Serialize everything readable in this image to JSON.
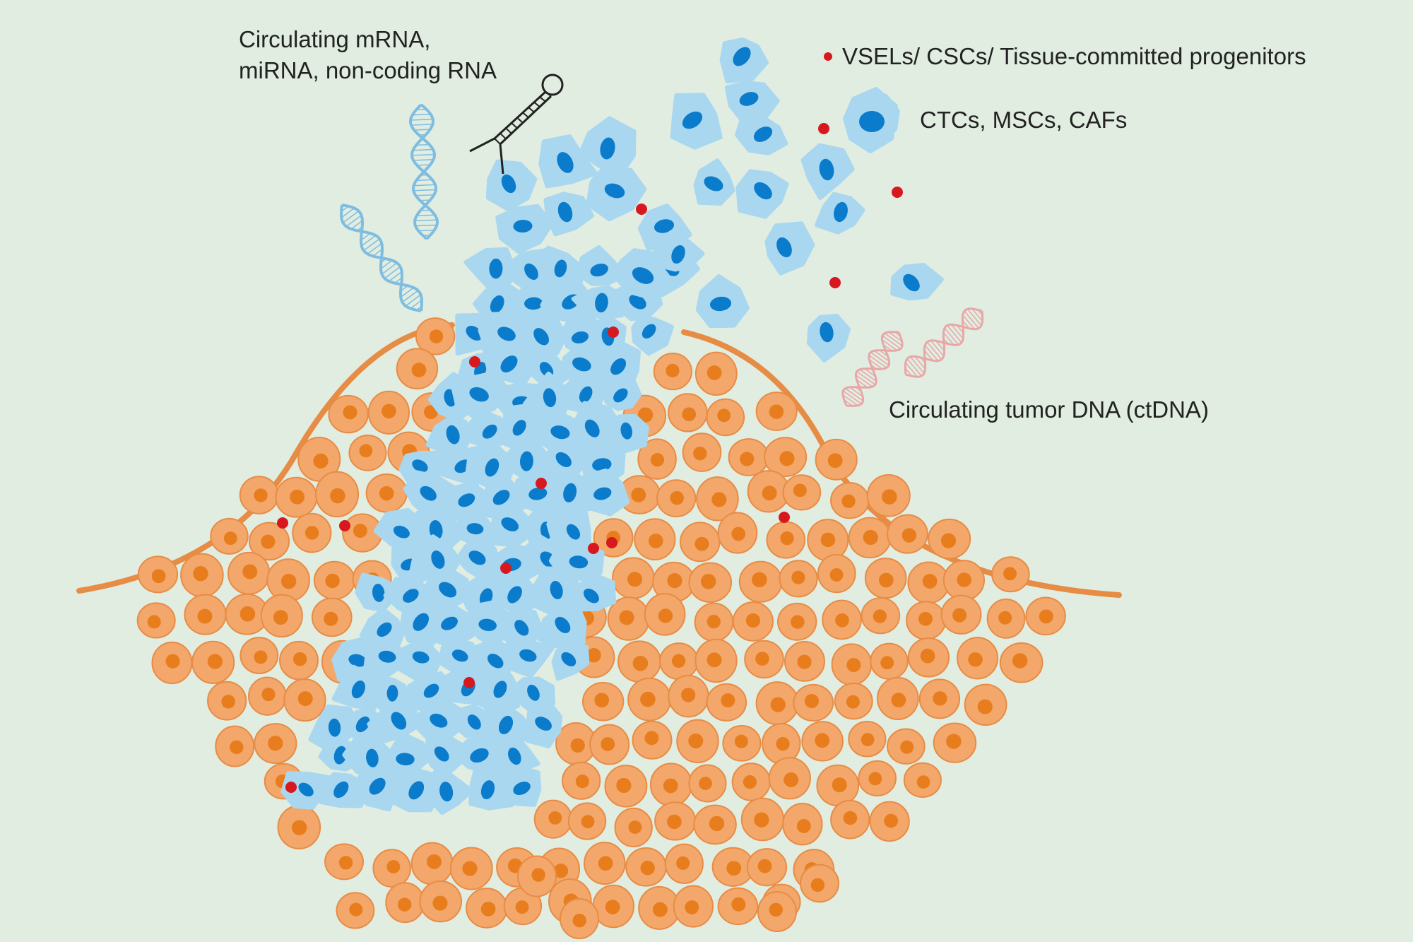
{
  "labels": {
    "rna_line1": "Circulating mRNA,",
    "rna_line2": "miRNA, non-coding RNA",
    "vsels": "VSELs/ CSCs/ Tissue-committed progenitors",
    "ctcs": "CTCs, MSCs, CAFs",
    "ctdna": "Circulating tumor DNA (ctDNA)"
  },
  "icons": {
    "red_dot": "red-dot-icon",
    "blue_cell": "blue-cell-icon",
    "orange_cell": "orange-cell-icon",
    "rna_hairpin": "rna-hairpin-icon",
    "dna_helix": "dna-helix-icon"
  },
  "colors": {
    "background": "#e1ede1",
    "orange_cell": "#f3a76a",
    "orange_cell_edge": "#e78c45",
    "orange_nucleus": "#e87d1e",
    "blue_cell": "#a9d7f0",
    "blue_nucleus": "#0a7ccb",
    "red_dot": "#d7191f",
    "rna_strand": "#7fbde0",
    "dna_strand": "#e8a7a7",
    "hairpin": "#222222"
  }
}
